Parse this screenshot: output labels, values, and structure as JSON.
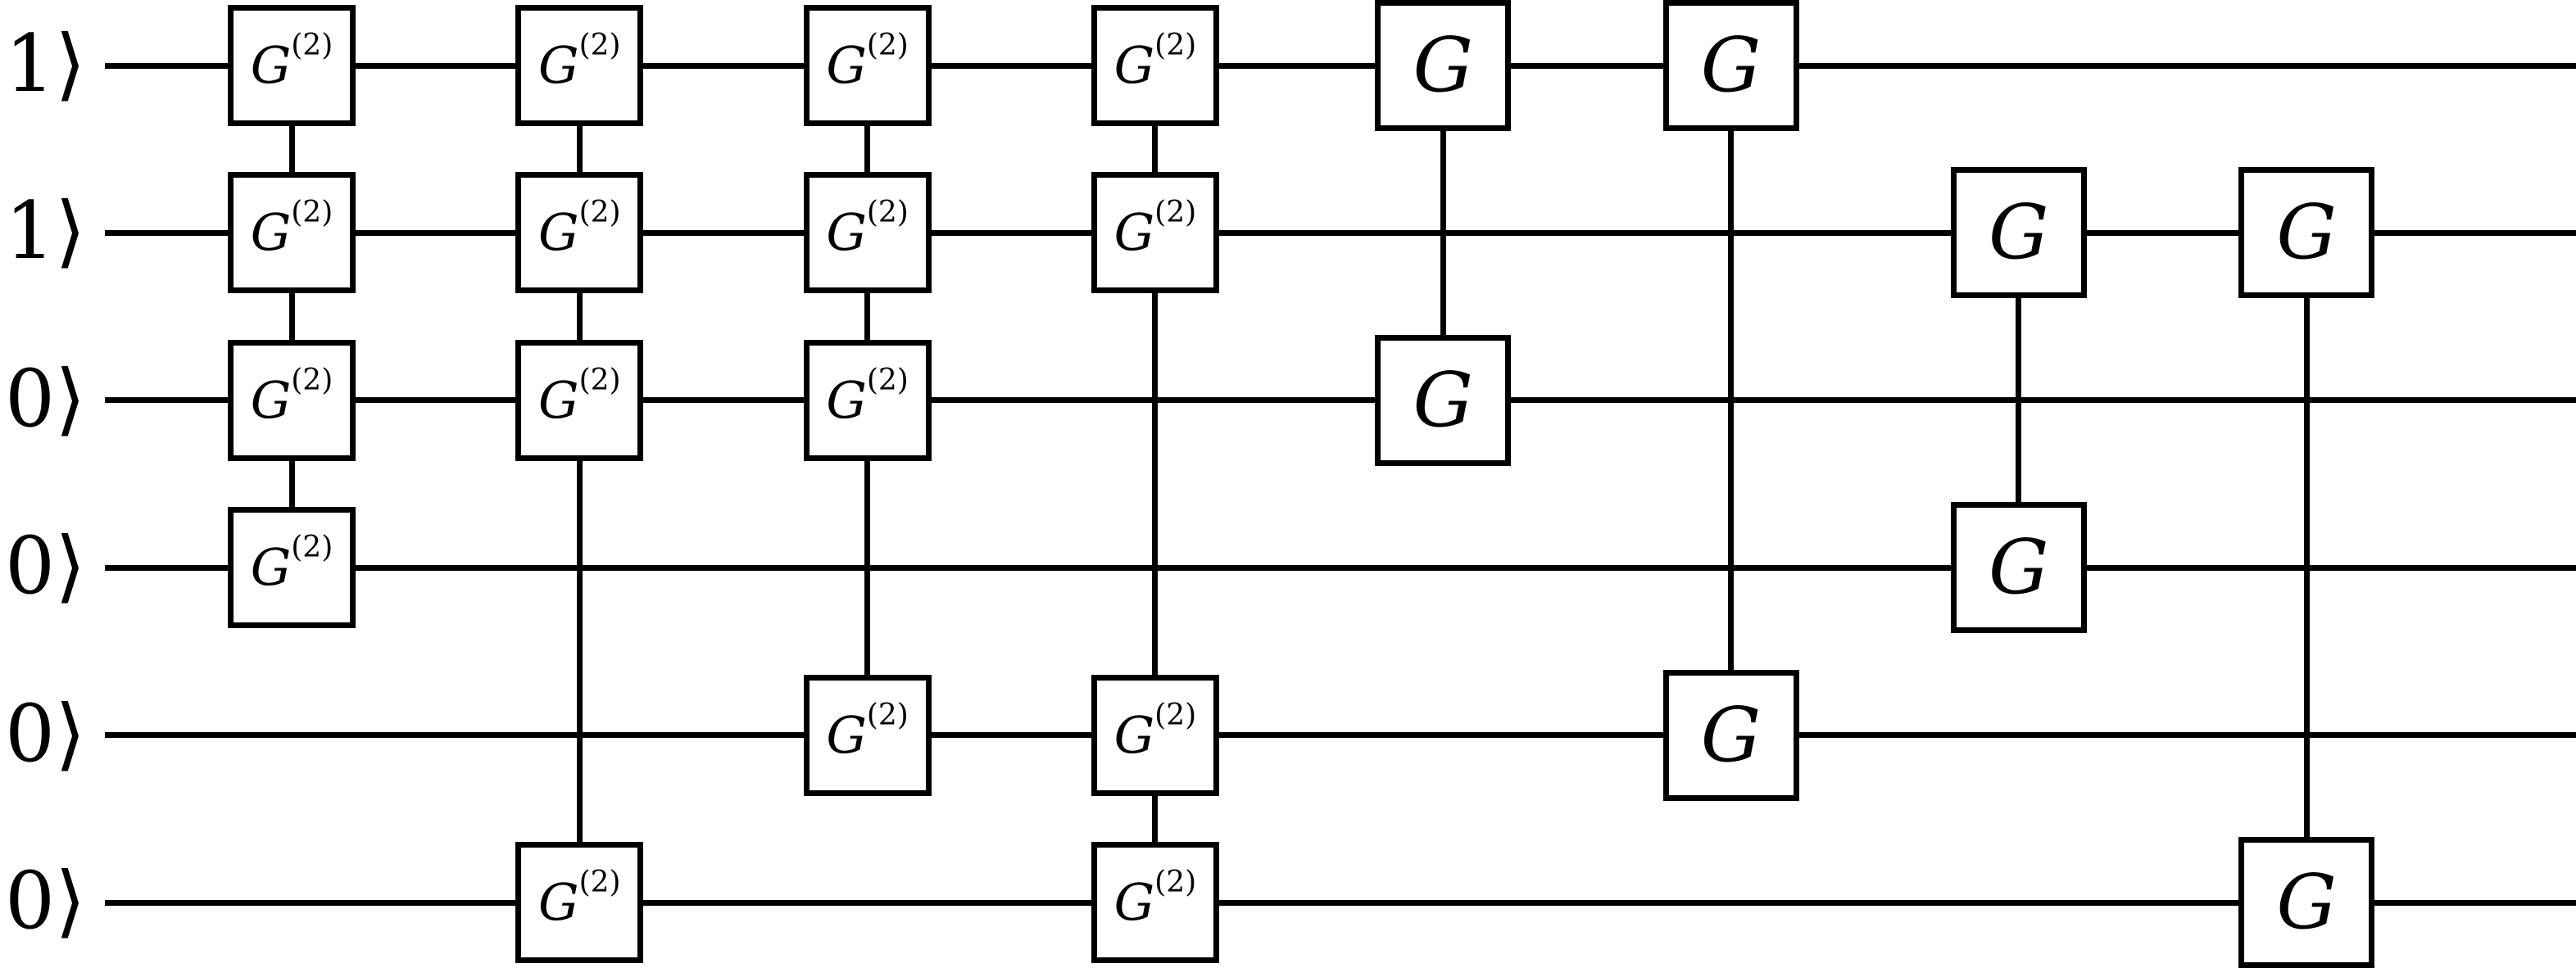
{
  "colors": {
    "background": "#ffffff",
    "stroke": "#000000",
    "gate_fill": "#ffffff"
  },
  "circuit": {
    "wires": [
      {
        "label": "1⟩"
      },
      {
        "label": "1⟩"
      },
      {
        "label": "0⟩"
      },
      {
        "label": "0⟩"
      },
      {
        "label": "0⟩"
      },
      {
        "label": "0⟩"
      }
    ],
    "columns": [
      {
        "gate": {
          "base": "G",
          "sup": "(2)"
        },
        "wires": [
          0,
          1,
          2,
          3
        ]
      },
      {
        "gate": {
          "base": "G",
          "sup": "(2)"
        },
        "wires": [
          0,
          1,
          2,
          5
        ]
      },
      {
        "gate": {
          "base": "G",
          "sup": "(2)"
        },
        "wires": [
          0,
          1,
          2,
          4
        ]
      },
      {
        "gate": {
          "base": "G",
          "sup": "(2)"
        },
        "wires": [
          0,
          1,
          4,
          5
        ]
      },
      {
        "gate": {
          "base": "G",
          "sup": null
        },
        "wires": [
          0,
          2
        ]
      },
      {
        "gate": {
          "base": "G",
          "sup": null
        },
        "wires": [
          0,
          4
        ]
      },
      {
        "gate": {
          "base": "G",
          "sup": null
        },
        "wires": [
          1,
          3
        ]
      },
      {
        "gate": {
          "base": "G",
          "sup": null
        },
        "wires": [
          1,
          5
        ]
      }
    ]
  }
}
